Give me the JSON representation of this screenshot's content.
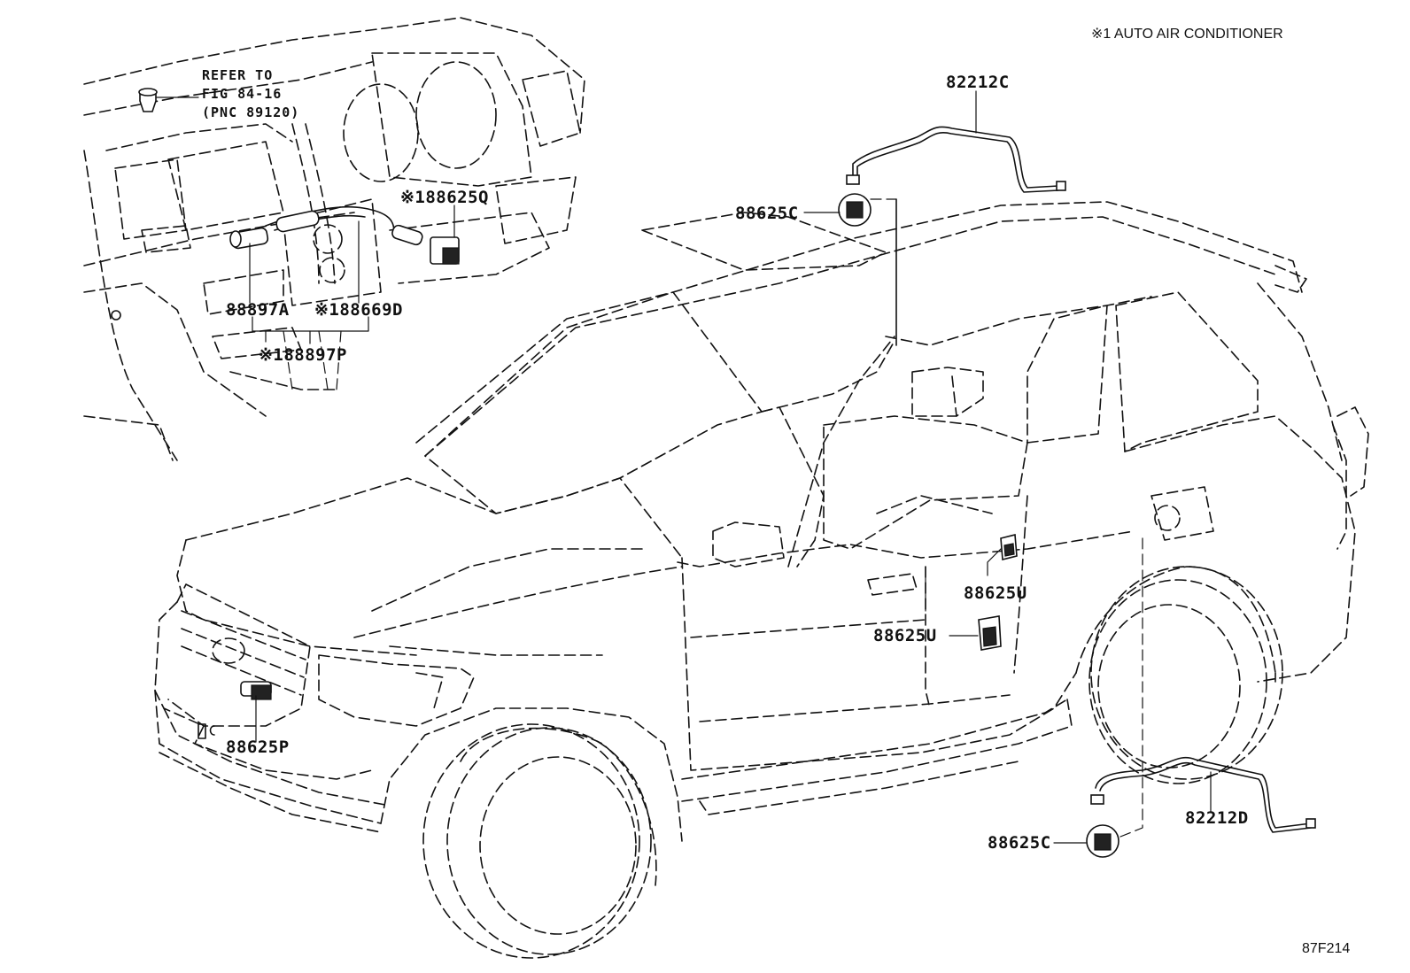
{
  "note": "※1 AUTO AIR CONDITIONER",
  "figure_code": "87F214",
  "refer": {
    "line1": "REFER TO",
    "line2": "FIG 84-16",
    "line3": "(PNC 89120)"
  },
  "parts": {
    "p82212c": "82212C",
    "p88625c_top": "88625C",
    "p88625q": "※188625Q",
    "p88897a": "88897A",
    "p88669d": "※188669D",
    "p88897p": "※188897P",
    "p88625u_upper": "88625U",
    "p88625u_lower": "88625U",
    "p88625p": "88625P",
    "p82212d": "82212D",
    "p88625c_bottom": "88625C"
  }
}
